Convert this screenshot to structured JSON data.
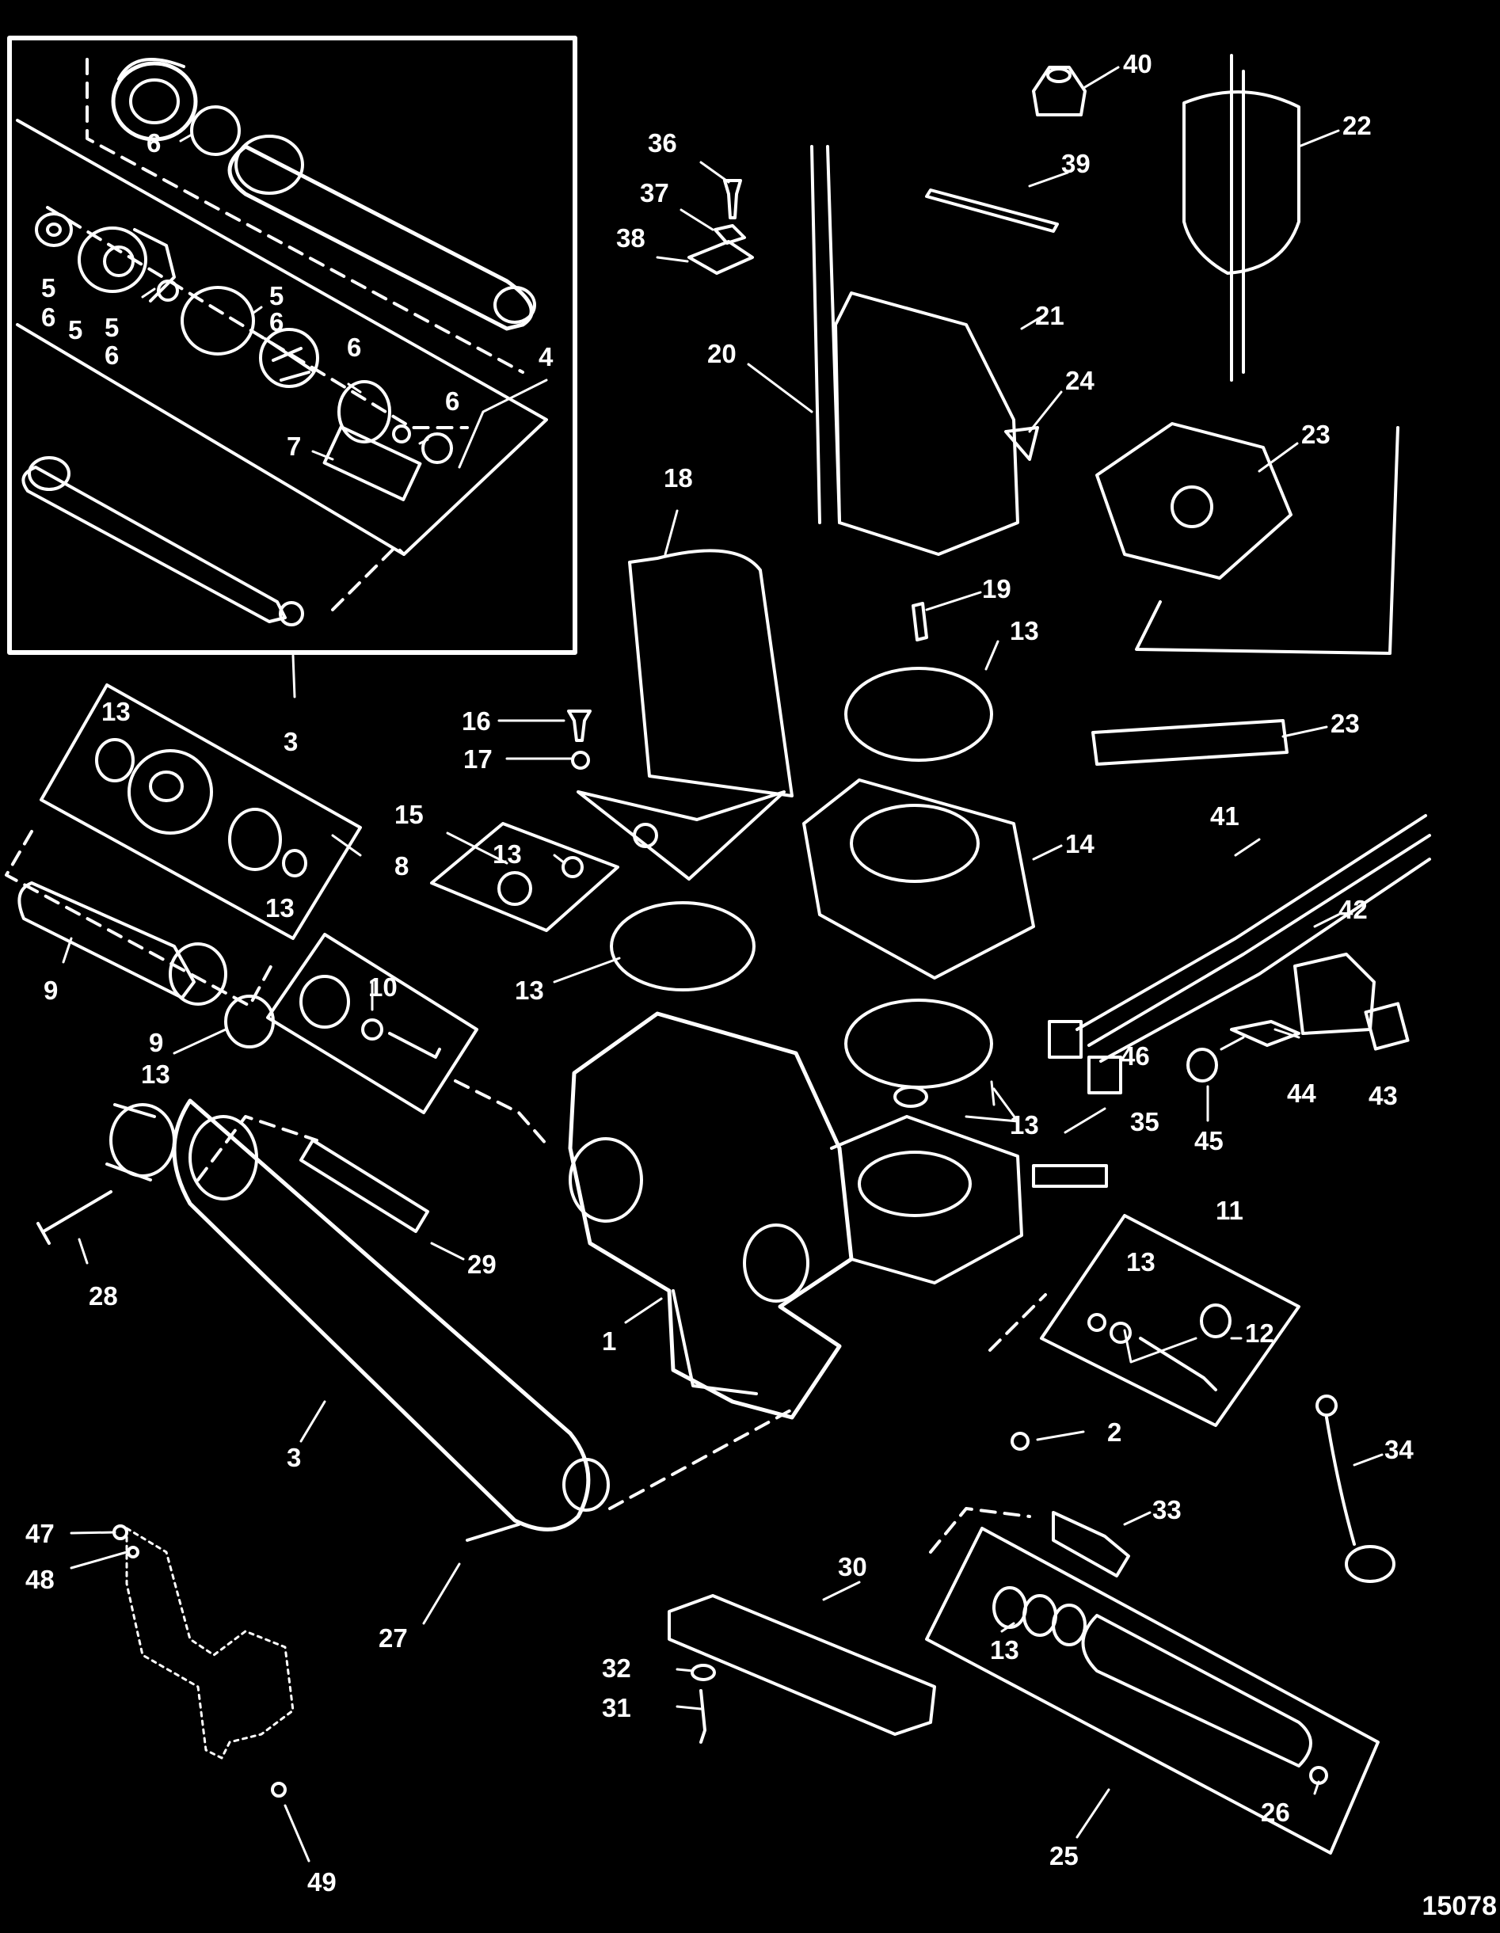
{
  "drawing_id": "15078",
  "callouts": [
    {
      "id": "c-40",
      "label": "40"
    },
    {
      "id": "c-22",
      "label": "22"
    },
    {
      "id": "c-36",
      "label": "36"
    },
    {
      "id": "c-39",
      "label": "39"
    },
    {
      "id": "c-37",
      "label": "37"
    },
    {
      "id": "c-38",
      "label": "38"
    },
    {
      "id": "c-21",
      "label": "21"
    },
    {
      "id": "c-20",
      "label": "20"
    },
    {
      "id": "c-24",
      "label": "24"
    },
    {
      "id": "c-23a",
      "label": "23"
    },
    {
      "id": "c-18",
      "label": "18"
    },
    {
      "id": "c-19",
      "label": "19"
    },
    {
      "id": "c-13a",
      "label": "13"
    },
    {
      "id": "c-16",
      "label": "16"
    },
    {
      "id": "c-23b",
      "label": "23"
    },
    {
      "id": "c-17",
      "label": "17"
    },
    {
      "id": "c-15",
      "label": "15"
    },
    {
      "id": "c-13b",
      "label": "13"
    },
    {
      "id": "c-14",
      "label": "14"
    },
    {
      "id": "c-41",
      "label": "41"
    },
    {
      "id": "c-42",
      "label": "42"
    },
    {
      "id": "c-13c",
      "label": "13"
    },
    {
      "id": "c-46",
      "label": "46"
    },
    {
      "id": "c-44",
      "label": "44"
    },
    {
      "id": "c-43",
      "label": "43"
    },
    {
      "id": "c-45",
      "label": "45"
    },
    {
      "id": "c-13d",
      "label": "13"
    },
    {
      "id": "c-35",
      "label": "35"
    },
    {
      "id": "c-11",
      "label": "11"
    },
    {
      "id": "c-13e",
      "label": "13"
    },
    {
      "id": "c-12",
      "label": "12"
    },
    {
      "id": "c-1",
      "label": "1"
    },
    {
      "id": "c-2",
      "label": "2"
    },
    {
      "id": "c-34",
      "label": "34"
    },
    {
      "id": "c-33",
      "label": "33"
    },
    {
      "id": "c-30",
      "label": "30"
    },
    {
      "id": "c-13f",
      "label": "13"
    },
    {
      "id": "c-32",
      "label": "32"
    },
    {
      "id": "c-31",
      "label": "31"
    },
    {
      "id": "c-25",
      "label": "25"
    },
    {
      "id": "c-26",
      "label": "26"
    },
    {
      "id": "c-27",
      "label": "27"
    },
    {
      "id": "c-47",
      "label": "47"
    },
    {
      "id": "c-48",
      "label": "48"
    },
    {
      "id": "c-49",
      "label": "49"
    },
    {
      "id": "c-3a",
      "label": "3"
    },
    {
      "id": "c-3b",
      "label": "3"
    },
    {
      "id": "c-28",
      "label": "28"
    },
    {
      "id": "c-29",
      "label": "29"
    },
    {
      "id": "c-10",
      "label": "10"
    },
    {
      "id": "c-9a",
      "label": "9"
    },
    {
      "id": "c-9b",
      "label": "9"
    },
    {
      "id": "c-13g",
      "label": "13"
    },
    {
      "id": "c-8",
      "label": "8"
    },
    {
      "id": "c-13h",
      "label": "13"
    },
    {
      "id": "c-13i",
      "label": "13"
    },
    {
      "id": "c-6a",
      "label": "6"
    },
    {
      "id": "c-5a",
      "label": "5"
    },
    {
      "id": "c-6b",
      "label": "6"
    },
    {
      "id": "c-5b",
      "label": "5"
    },
    {
      "id": "c-5c",
      "label": "5"
    },
    {
      "id": "c-6c",
      "label": "6"
    },
    {
      "id": "c-5d",
      "label": "5"
    },
    {
      "id": "c-6d",
      "label": "6"
    },
    {
      "id": "c-6e",
      "label": "6"
    },
    {
      "id": "c-6f",
      "label": "6"
    },
    {
      "id": "c-7",
      "label": "7"
    },
    {
      "id": "c-4",
      "label": "4"
    }
  ]
}
